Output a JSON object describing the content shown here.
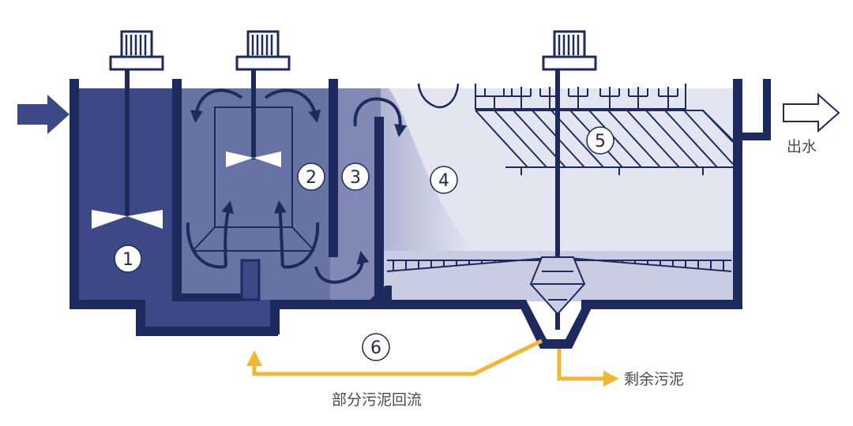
{
  "stages": [
    {
      "id": "1"
    },
    {
      "id": "2"
    },
    {
      "id": "3"
    },
    {
      "id": "4"
    },
    {
      "id": "5"
    },
    {
      "id": "6"
    }
  ],
  "labels": {
    "outlet": "出水",
    "excess_sludge": "剩余污泥",
    "sludge_return": "部分污泥回流"
  },
  "colors": {
    "frame": "#1e2a5e",
    "zone1": "#3c4986",
    "zone2": "#6873a5",
    "zone3": "#8089b3",
    "zone4_light": "#e3e6f1",
    "sludge_flow": "#f2b636",
    "inlet_arrow": "#3c4986"
  }
}
